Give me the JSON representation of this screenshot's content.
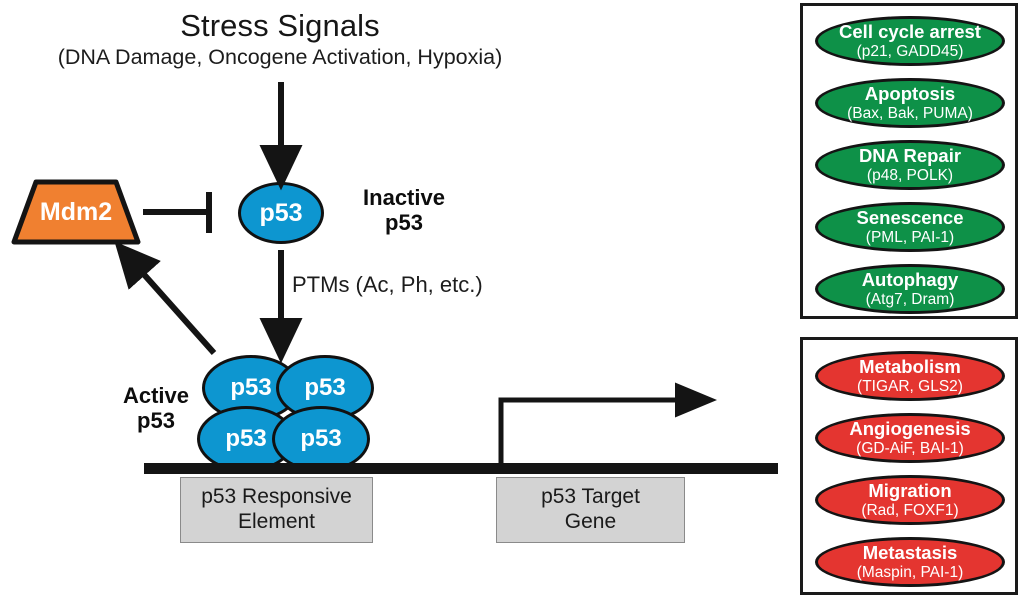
{
  "diagram": {
    "stress": {
      "title": "Stress Signals",
      "subtitle": "(DNA Damage, Oncogene Activation, Hypoxia)"
    },
    "mdm2": {
      "label": "Mdm2"
    },
    "inactive_p53": {
      "node_label": "p53",
      "caption": "Inactive\np53"
    },
    "ptm": {
      "label": "PTMs (Ac, Ph, etc.)"
    },
    "active_p53": {
      "caption": "Active\np53",
      "subunits": [
        "p53",
        "p53",
        "p53",
        "p53"
      ]
    },
    "dna": {
      "responsive_element": "p53 Responsive\nElement",
      "target_gene": "p53 Target\nGene"
    },
    "colors": {
      "p53_blue": "#0d96d0",
      "mdm2_orange": "#f08030",
      "outcome_green": "#0e9148",
      "outcome_red": "#e43530",
      "gene_box_gray": "#d3d3d3",
      "stroke_black": "#141414"
    }
  },
  "panels": {
    "green": {
      "outcomes": [
        {
          "name": "Cell cycle arrest",
          "genes": "(p21, GADD45)"
        },
        {
          "name": "Apoptosis",
          "genes": "(Bax, Bak, PUMA)"
        },
        {
          "name": "DNA Repair",
          "genes": "(p48, POLK)"
        },
        {
          "name": "Senescence",
          "genes": "(PML, PAI-1)"
        },
        {
          "name": "Autophagy",
          "genes": "(Atg7, Dram)"
        }
      ]
    },
    "red": {
      "outcomes": [
        {
          "name": "Metabolism",
          "genes": "(TIGAR, GLS2)"
        },
        {
          "name": "Angiogenesis",
          "genes": "(GD-AiF, BAI-1)"
        },
        {
          "name": "Migration",
          "genes": "(Rad, FOXF1)"
        },
        {
          "name": "Metastasis",
          "genes": "(Maspin, PAI-1)"
        }
      ]
    }
  }
}
